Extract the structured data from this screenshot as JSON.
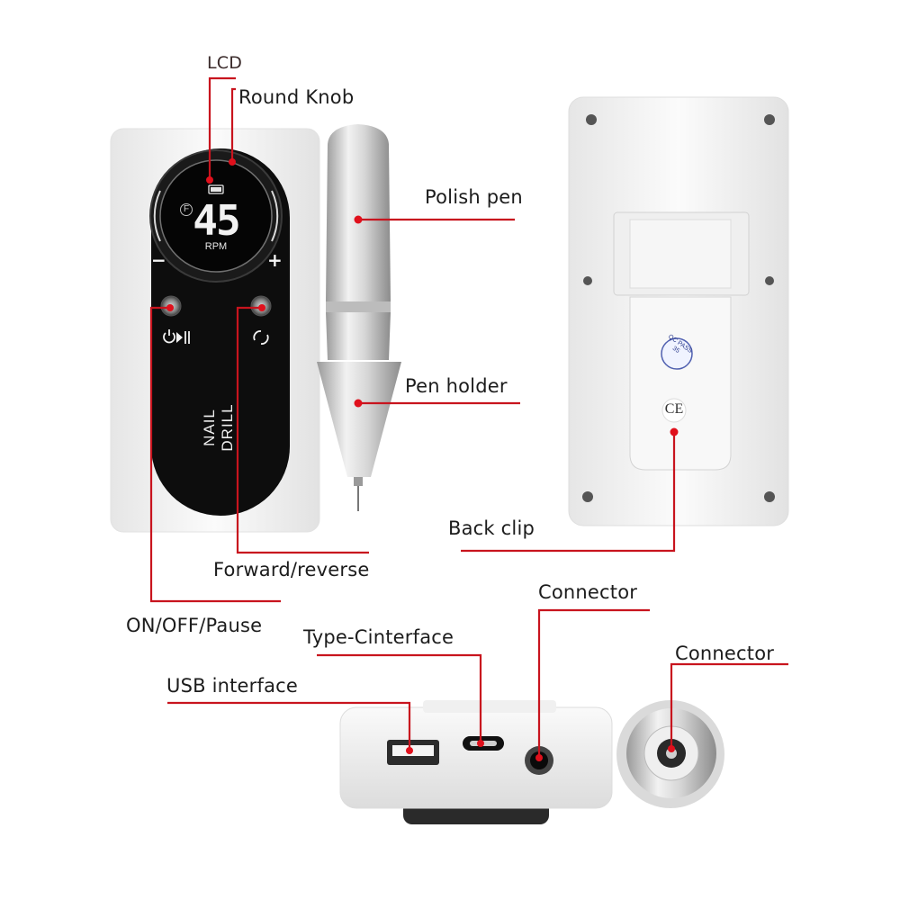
{
  "labels": {
    "lcd": "LCD",
    "round_knob": "Round Knob",
    "polish_pen": "Polish pen",
    "pen_holder": "Pen holder",
    "back_clip": "Back clip",
    "forward_reverse": "Forward/reverse",
    "on_off_pause": "ON/OFF/Pause",
    "type_c_interface": "Type-Cinterface",
    "usb_interface": "USB interface",
    "connector_top": "Connector",
    "connector_side": "Connector"
  },
  "device": {
    "lcd_value": "45",
    "lcd_unit": "RPM",
    "lcd_mode": "F",
    "minus": "−",
    "plus": "+",
    "brand": "NAIL DRILL",
    "qc_stamp": "QC PASS 35",
    "ce_mark": "CE"
  },
  "colors": {
    "leader_line": "#c8141e",
    "leader_dot": "#e0101c",
    "device_body": "#f4f4f4",
    "front_panel": "#0d0d0d"
  }
}
